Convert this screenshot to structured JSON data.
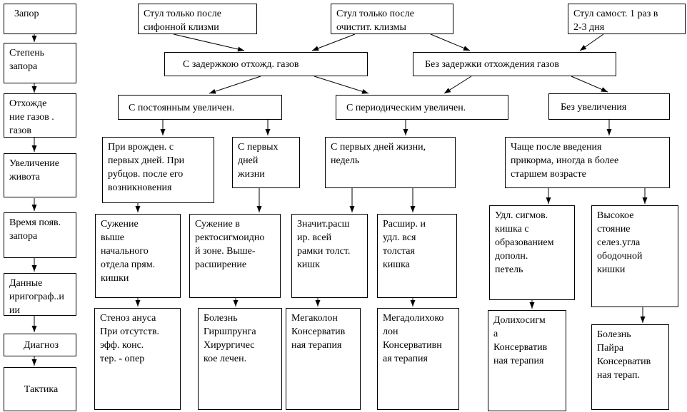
{
  "diagram": {
    "left_column": {
      "zapor": "Запор",
      "stepen": "Степень\nзапора",
      "otkhozhdenie": "Отхожде\nние газов .\nгазов",
      "uvelichenie": "Увеличение\nживота",
      "vremya": "Время появ.\nзапора",
      "dannye": "Данные\nиригограф..и\nии",
      "diagnoz": "Диагноз",
      "taktika": "Тактика"
    },
    "top_row": {
      "stul_sifon": "Стул только после\nсифонной клизми",
      "stul_ochist": "Стул только после\nочистит. клизмы",
      "stul_samost": "Стул самост. 1 раз в\n2-3 дня"
    },
    "level2": {
      "s_zaderzhkoy": "С задержкою отхожд. газов",
      "bez_zaderzhki": "Без задержки отхождения газов"
    },
    "level3": {
      "s_postoyannym": "С постоянным увеличен.",
      "s_periodicheskim": "С периодическим увеличен.",
      "bez_uvelicheniya": "Без увеличения"
    },
    "level4": {
      "pri_vrozhden": "При врожден. с\nпервых дней. При\nрубцов. после его\nвозникновения",
      "s_pervykh_dney": "С первых\nдней\nжизни",
      "s_pervykh_nedel": "С первых дней жизни,\nнедель",
      "chashche": "Чаще после введения\nприкорма, иногда в более\nстаршем возрасте"
    },
    "level5": {
      "suzhenie_vyshe": "Сужение\nвыше\nначального\nотдела прям.\nкишки",
      "suzhenie_rekto": "Сужение в\nректосигмоидно\nй зоне. Выше-\nрасширение",
      "znachit_rasshir": "Значит.расш\nир. всей\nрамки толст.\nкишк",
      "rasshir_udl": "Расшир. и\nудл. вся\nтолстая\nкишка",
      "udl_sigmov": "Удл. сигмов.\nкишка с\nобразованием\nдополн.\nпетель",
      "vysokoe": "Высокое\nстояние\nселез.угла\nободочной\nкишки"
    },
    "level6": {
      "stenoz": "Стеноз ануса\nПри отсутств.\nэфф. конс.\nтер. - опер",
      "girshprunga": "Болезнь\nГиршпрунга\nХирургичес\nкое лечен.",
      "megakolon": "Мегаколон\nКонсерватив\nная терапия",
      "megadolikho": "Мегадолихоко\nлон\nКонсервативн\nая терапия",
      "dolikhosigma": "Долихосигм\nа\nКонсерватив\nная терапия",
      "payra": "Болезнь\nПайра\nКонсерватив\nная терап."
    },
    "colors": {
      "line": "#000000",
      "box_background": "#ffffff",
      "text": "#000000"
    }
  }
}
